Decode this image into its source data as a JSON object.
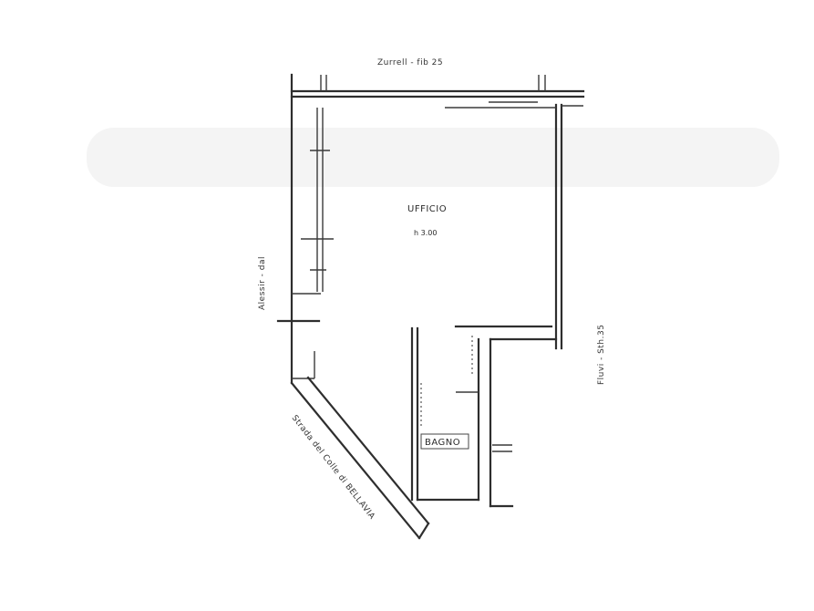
{
  "plan": {
    "rooms": {
      "office": {
        "name": "UFFICIO",
        "height_note": "h 3.00"
      },
      "bathroom": {
        "name": "BAGNO"
      }
    },
    "streets": {
      "north": "Zurrell - fib 25",
      "west": "Alessir - dal",
      "east": "Fluvi - Sth.35",
      "southwest": "Strada del Colle di BELLAVIA"
    }
  }
}
